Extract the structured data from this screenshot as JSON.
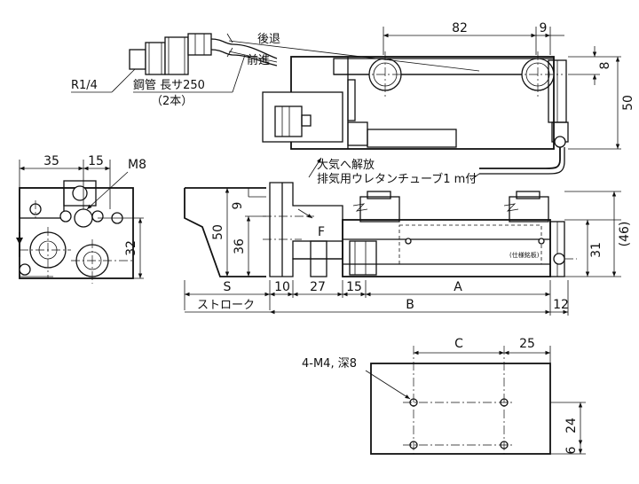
{
  "labels": {
    "retreat": "後退",
    "advance": "前進",
    "port": "R1/4",
    "pipe": "鋼管 長サ250",
    "pipe_qty": "（2本）",
    "exhaust_open": "大気へ解放",
    "exhaust_tube": "排気用ウレタンチューブ1 m付",
    "thread": "M8",
    "nameplate": "(仕様銘板)",
    "force": "F",
    "stroke": "ストローク",
    "tapped_holes": "4-M4, 深8"
  },
  "dims": {
    "d82": "82",
    "d9_top": "9",
    "d8": "8",
    "d50_right": "50",
    "d35": "35",
    "d15_top": "15",
    "d32": "32",
    "d9_side": "9",
    "d50_side": "50",
    "d36": "36",
    "d31": "31",
    "d46": "(46)",
    "S": "S",
    "d10": "10",
    "d27": "27",
    "d15_bottom": "15",
    "A": "A",
    "B": "B",
    "d12": "12",
    "C": "C",
    "d25": "25",
    "d24": "24",
    "d6": "6"
  }
}
